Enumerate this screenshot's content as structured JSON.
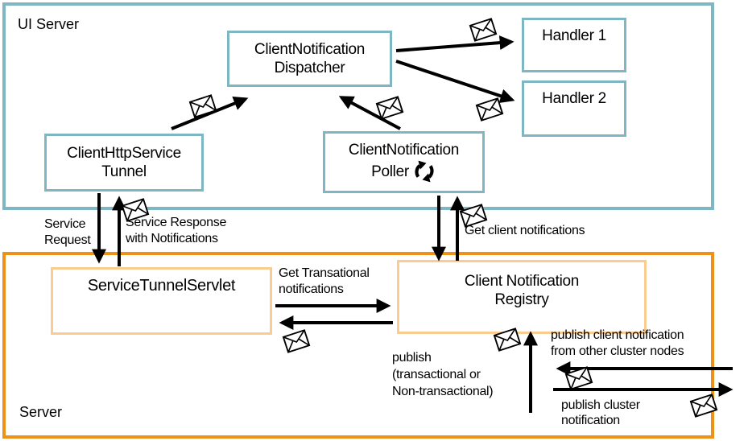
{
  "colors": {
    "teal": "#7fb6c4",
    "orange": "#ee9118",
    "light-orange": "#fbcc8f",
    "ink": "#000000"
  },
  "containers": {
    "ui_server": {
      "label": "UI Server"
    },
    "server": {
      "label": "Server"
    }
  },
  "nodes": {
    "dispatcher": {
      "line1": "ClientNotification",
      "line2": "Dispatcher"
    },
    "handler1": {
      "label": "Handler 1"
    },
    "handler2": {
      "label": "Handler 2"
    },
    "tunnel": {
      "line1": "ClientHttpService",
      "line2": "Tunnel"
    },
    "poller": {
      "line1": "ClientNotification",
      "line2": "Poller"
    },
    "servlet": {
      "label": "ServiceTunnelServlet"
    },
    "registry": {
      "line1": "Client Notification",
      "line2": "Registry"
    }
  },
  "edge_labels": {
    "service_request": [
      "Service",
      "Request"
    ],
    "service_response": [
      "Service Response",
      "with Notifications"
    ],
    "get_client_notifications": "Get client notifications",
    "get_transational": [
      "Get Transational",
      "notifications"
    ],
    "publish_transactional": [
      "publish",
      "(transactional or",
      "Non-transactional)"
    ],
    "publish_client": [
      "publish client notification",
      "from other cluster nodes"
    ],
    "publish_cluster": [
      "publish cluster",
      "notification"
    ]
  },
  "icons": {
    "envelope": "✉",
    "refresh": "⟳"
  }
}
